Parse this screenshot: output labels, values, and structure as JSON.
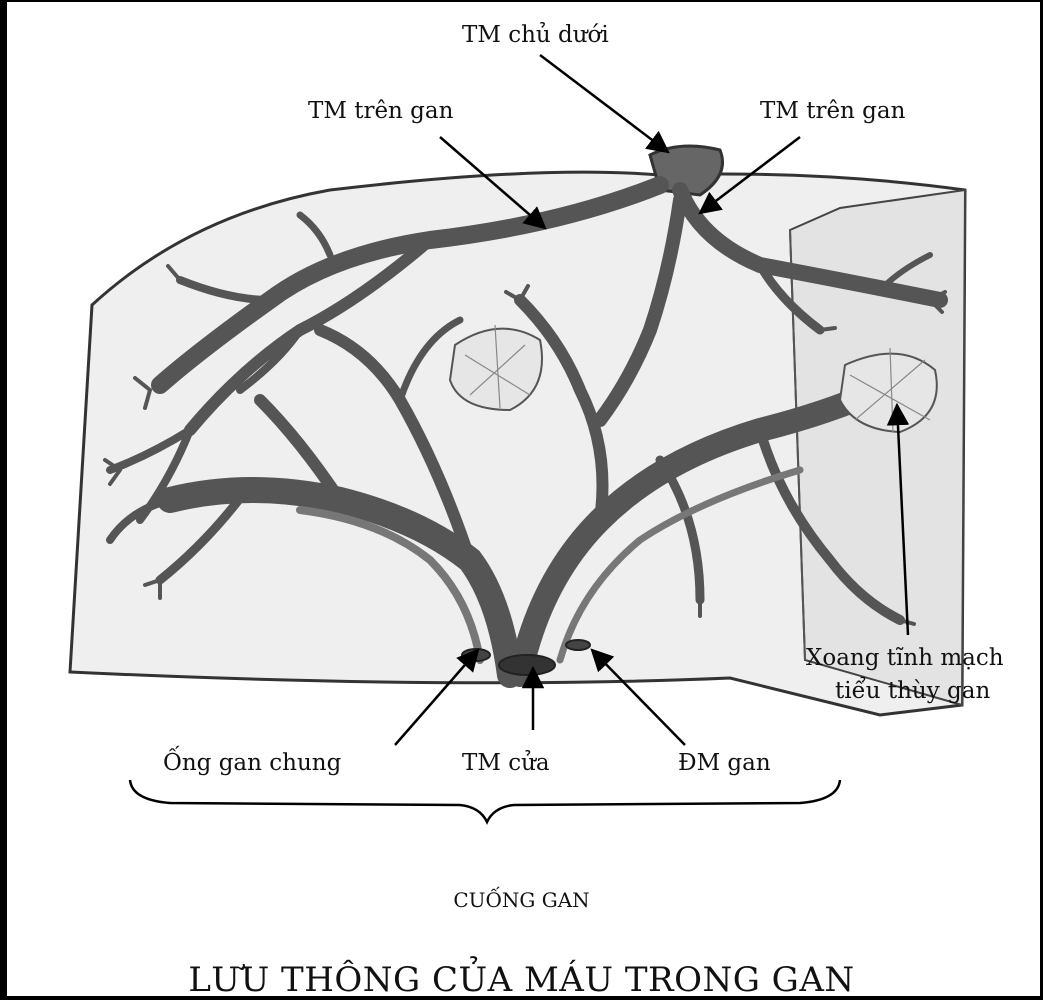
{
  "labels": {
    "ivc": "TM chủ dưới",
    "hepatic_vein_left": "TM trên gan",
    "hepatic_vein_right": "TM trên gan",
    "sinusoid_line1": "Xoang tĩnh mạch",
    "sinusoid_line2": "tiểu thùy gan",
    "common_hepatic_duct": "Ống gan chung",
    "portal_vein": "TM cửa",
    "hepatic_artery": "ĐM gan"
  },
  "group_label": "CUỐNG GAN",
  "title": "LƯU THÔNG CỦA MÁU TRONG GAN"
}
